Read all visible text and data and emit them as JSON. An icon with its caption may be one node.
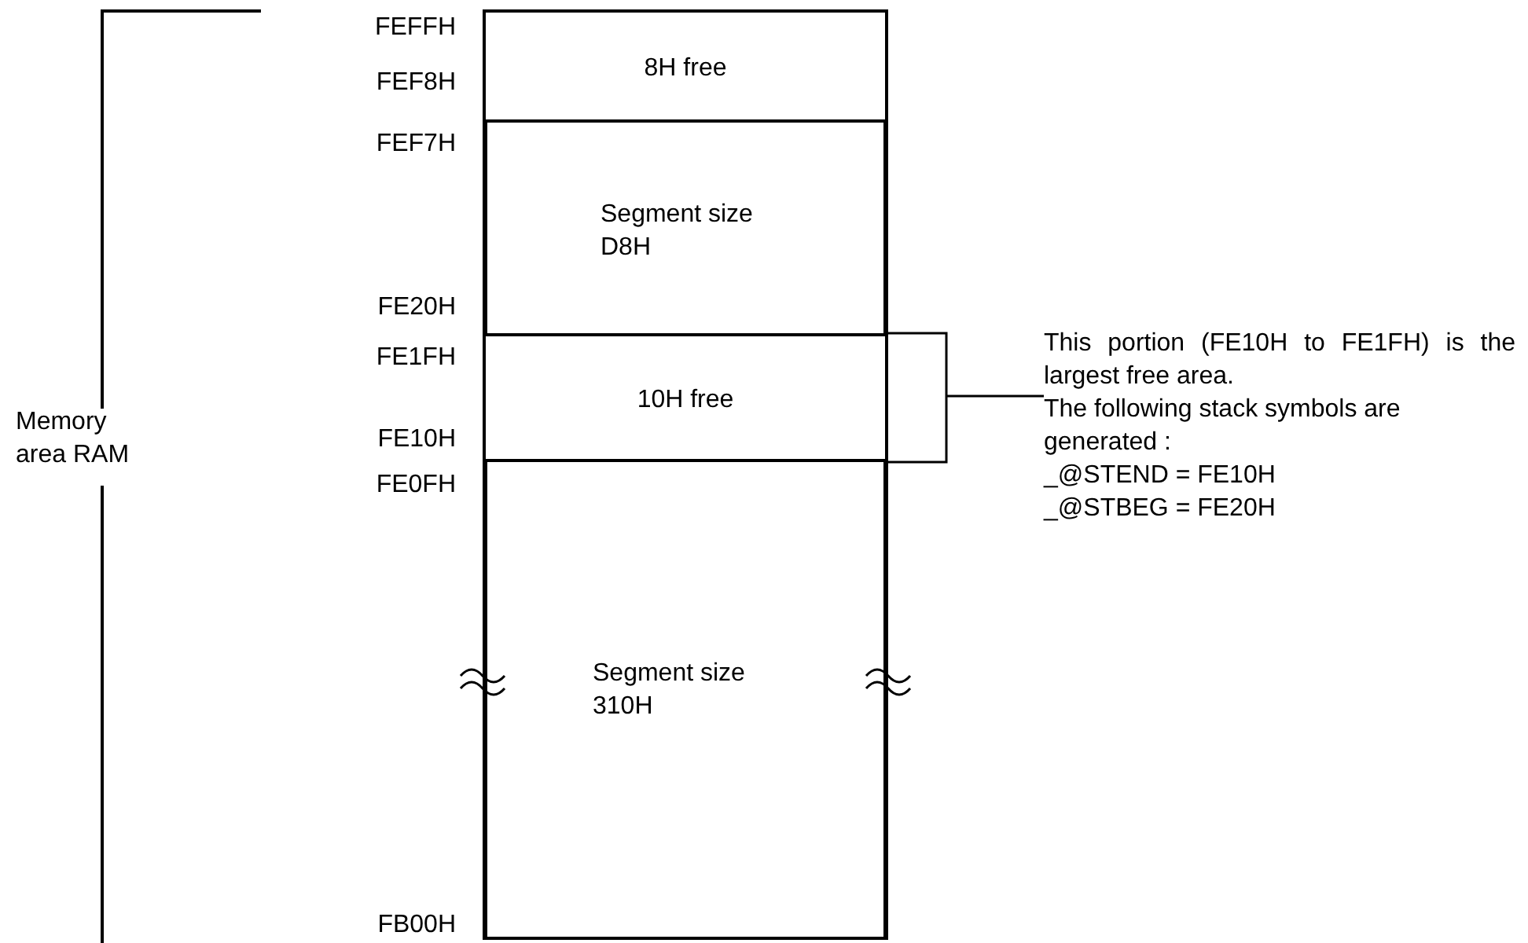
{
  "diagram": {
    "nodes": [
      {
        "text": [
          "8H free"
        ]
      },
      {
        "text": [
          "Segment size D8H"
        ]
      },
      {
        "text": [
          "10H free"
        ]
      },
      {
        "text": [
          "Segment size 310H"
        ]
      },
      {
        "text": [
          "This portion (FE10H to FE1FH) is the largest free area.",
          "The following stack symbols are generated :",
          "_@STEND = FE10H",
          "_@STBEG = FE20H"
        ]
      }
    ],
    "edges": [
      {
        "from": 4,
        "to": 2,
        "arrow": "none"
      }
    ],
    "labels": [
      "FEFFH",
      "FEF8H",
      "FEF7H",
      "FE20H",
      "FE1FH",
      "Memory area RAM",
      "FE10H",
      "FE0FH",
      "FB00H"
    ]
  }
}
